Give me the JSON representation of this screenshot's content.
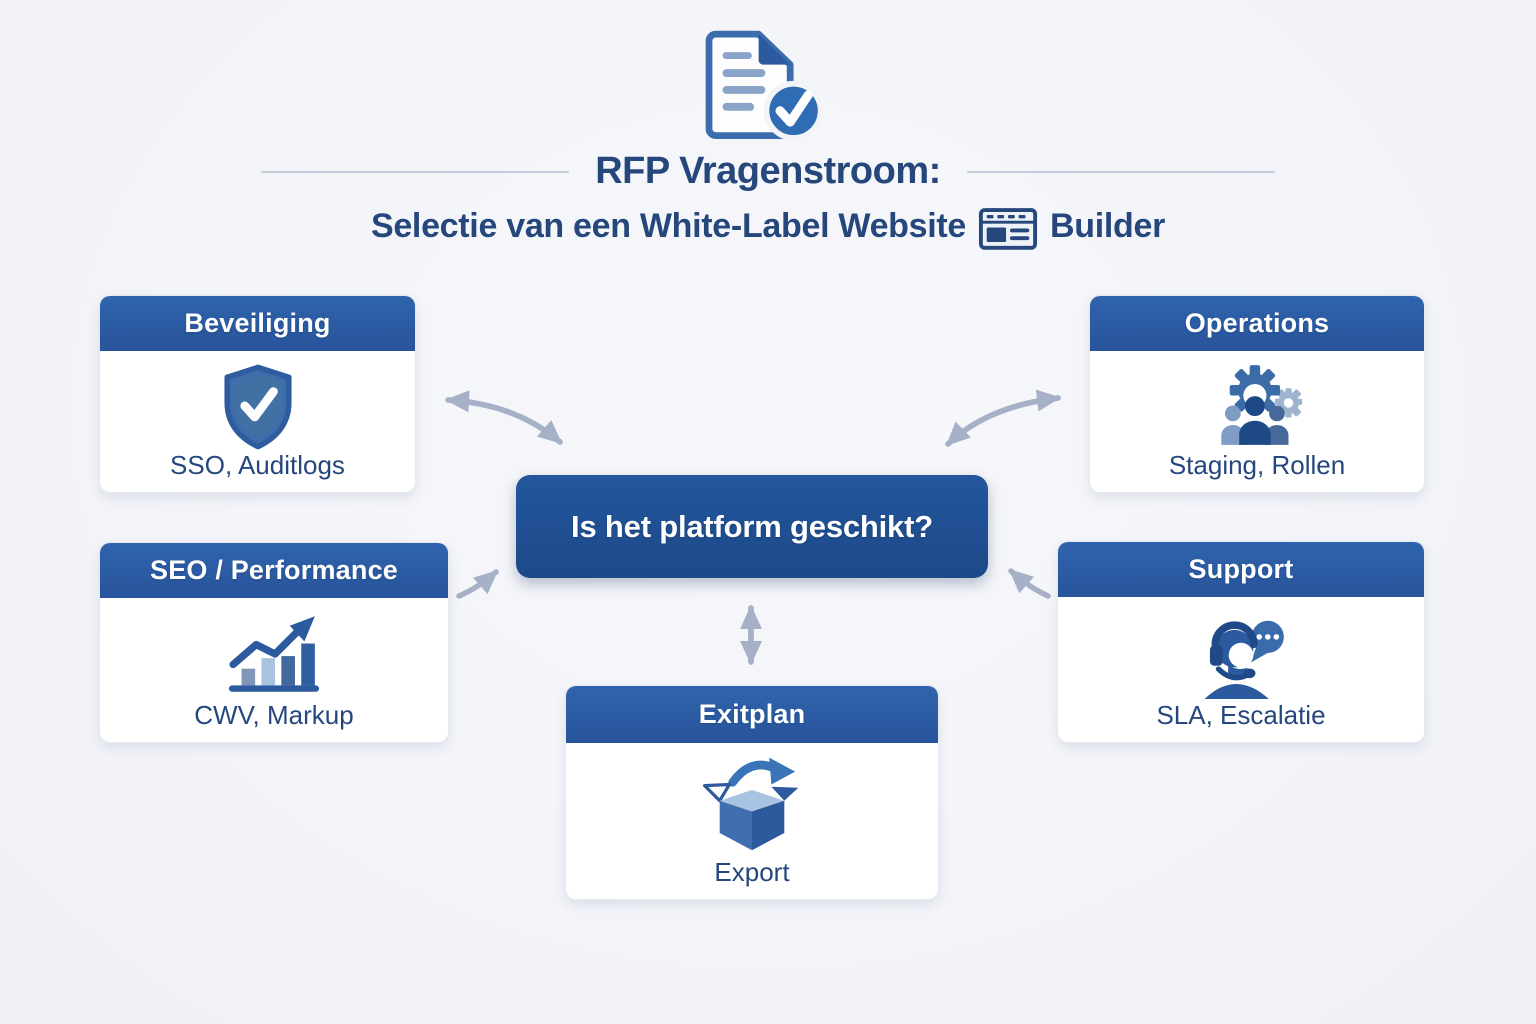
{
  "header": {
    "title": "RFP Vragenstroom:",
    "subtitle_prefix": "Selectie van een White-Label Website",
    "subtitle_suffix": "Builder",
    "icon": "document-check-icon",
    "subtitle_icon": "website-builder-icon"
  },
  "center": {
    "label": "Is het platform geschikt?"
  },
  "nodes": {
    "beveiliging": {
      "title": "Beveiliging",
      "subtitle": "SSO, Auditlogs",
      "icon": "shield-check-icon"
    },
    "operations": {
      "title": "Operations",
      "subtitle": "Staging, Rollen",
      "icon": "gears-team-icon"
    },
    "seo": {
      "title": "SEO / Performance",
      "subtitle": "CWV, Markup",
      "icon": "bar-chart-growth-icon"
    },
    "support": {
      "title": "Support",
      "subtitle": "SLA, Escalatie",
      "icon": "headset-agent-icon"
    },
    "exitplan": {
      "title": "Exitplan",
      "subtitle": "Export",
      "icon": "export-box-icon"
    }
  },
  "colors": {
    "background": "#f3f4f8",
    "card_header_blue": "#2b5ba2",
    "center_node_blue": "#1f4f90",
    "navy_text": "#26477c",
    "arrow_gray_blue": "#a6b1c7"
  }
}
